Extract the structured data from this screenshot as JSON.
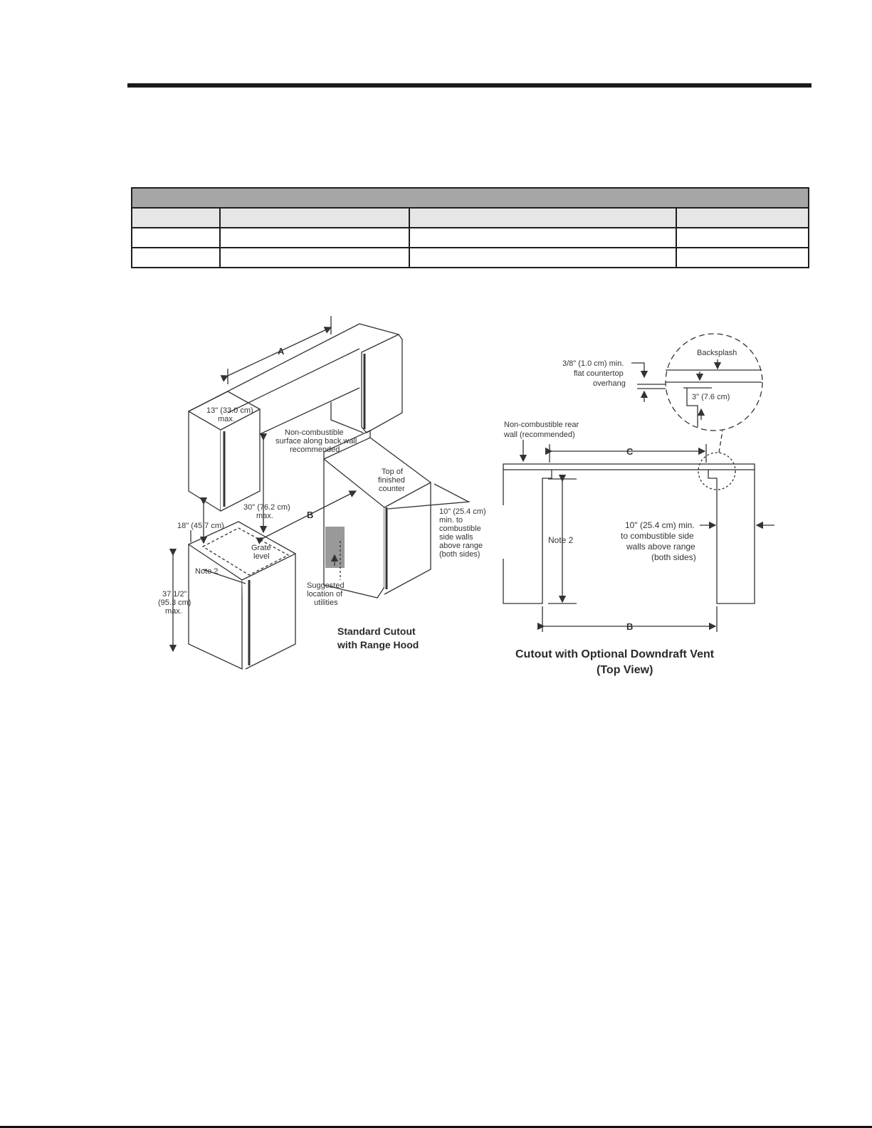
{
  "labels": {
    "dim_a": "A",
    "upper_depth_1": "13\" (33.0 cm)",
    "upper_depth_2": "max.",
    "noncomb_back_1": "Non-combustible",
    "noncomb_back_2": "surface along back wall",
    "noncomb_back_3": "recommended",
    "top_counter_1": "Top of",
    "top_counter_2": "finished",
    "top_counter_3": "counter",
    "hood_clear_1": "30\" (76.2 cm)",
    "hood_clear_2": "max.",
    "dim_b_left": "B",
    "upper_clear": "18\" (45.7 cm)",
    "grate_1": "Grate",
    "grate_2": "level",
    "note2_left": "Note 2",
    "height_1": "37 1/2\"",
    "height_2": "(95.3 cm)",
    "height_3": "max.",
    "side_walls_1": "10\" (25.4 cm)",
    "side_walls_2": "min. to",
    "side_walls_3": "combustible",
    "side_walls_4": "side walls",
    "side_walls_5": "above range",
    "side_walls_6": "(both sides)",
    "utilities_1": "Suggested",
    "utilities_2": "location of",
    "utilities_3": "utilities",
    "caption_left_1": "Standard Cutout",
    "caption_left_2": "with Range Hood",
    "overhang_1": "3/8\" (1.0 cm) min.",
    "overhang_2": "flat countertop",
    "overhang_3": "overhang",
    "backsplash": "Backsplash",
    "three_in": "3\" (7.6 cm)",
    "rear_wall_1": "Non-combustible rear",
    "rear_wall_2": "wall (recommended)",
    "dim_c": "C",
    "note2_right": "Note 2",
    "right_side_1": "10\" (25.4 cm) min.",
    "right_side_2": "to combustible side",
    "right_side_3": "walls above range",
    "right_side_4": "(both sides)",
    "dim_b_right": "B",
    "caption_right_1": "Cutout with Optional Downdraft Vent",
    "caption_right_2": "(Top View)"
  }
}
